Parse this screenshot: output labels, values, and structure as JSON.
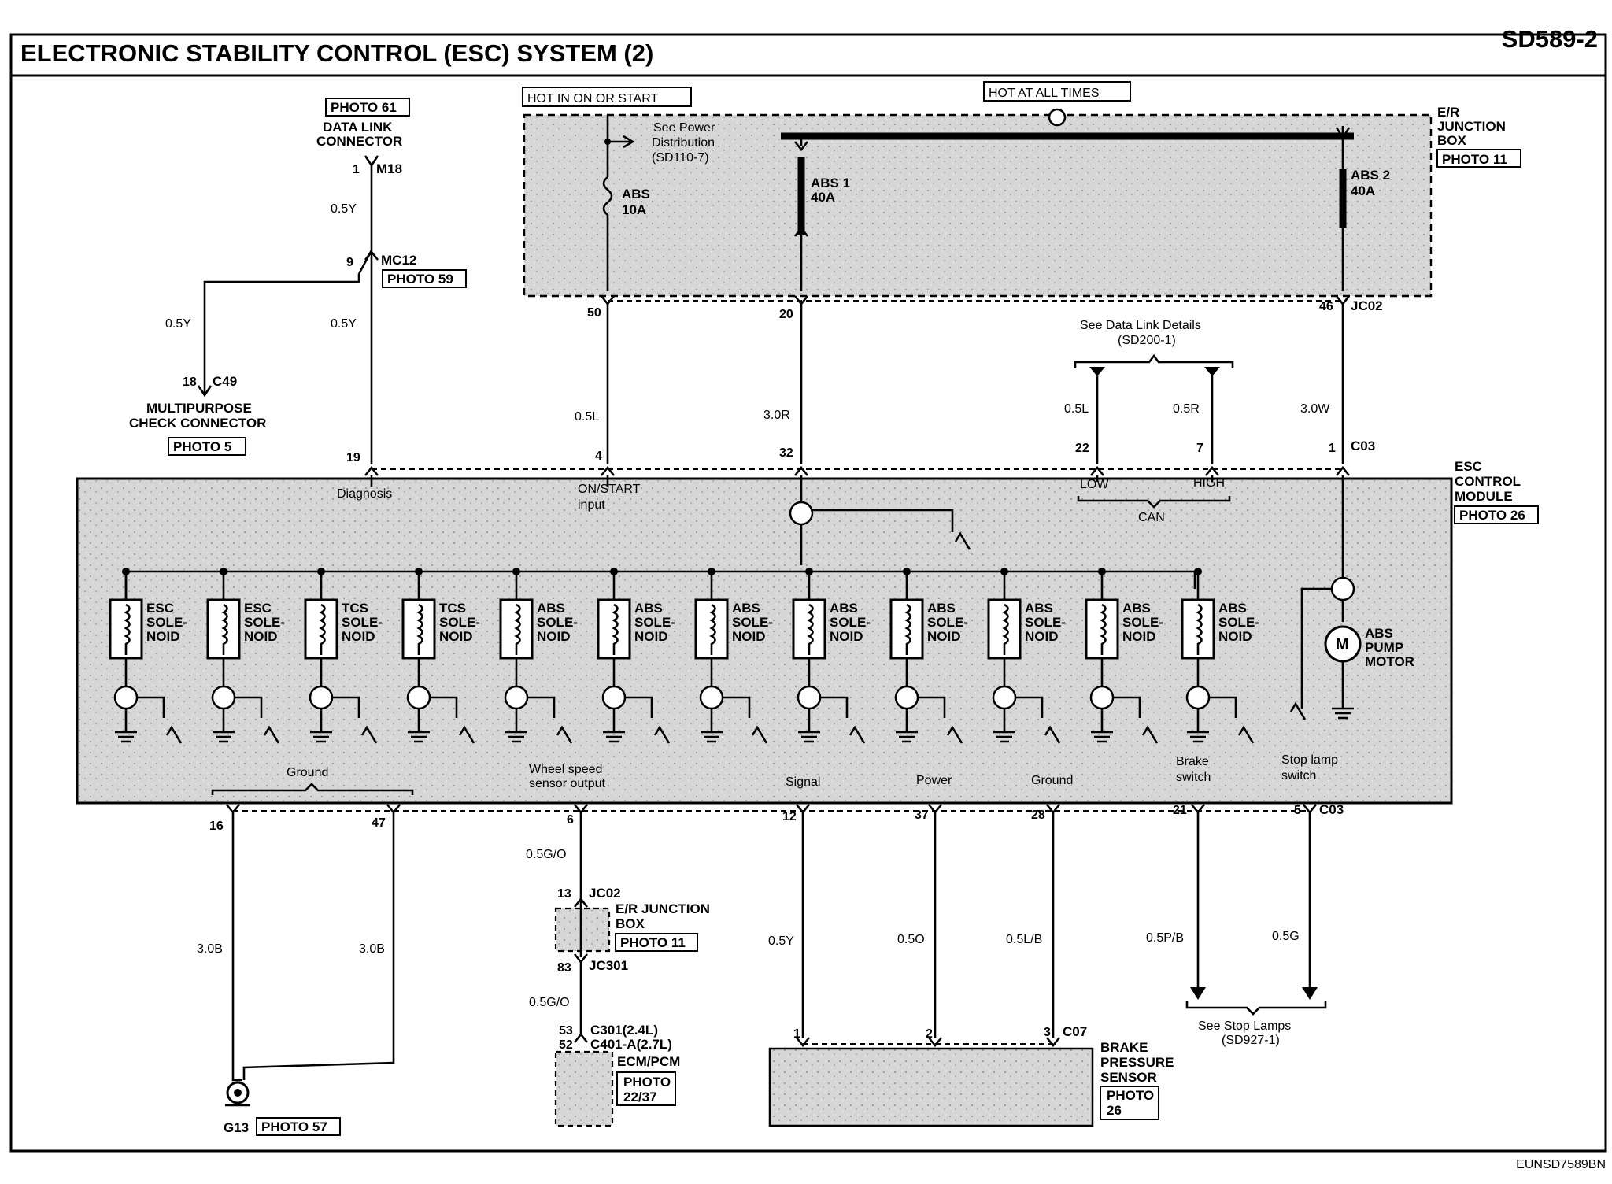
{
  "header": {
    "title": "ELECTRONIC STABILITY CONTROL (ESC) SYSTEM (2)",
    "page_code": "SD589-2",
    "footer_code": "EUNSD7589BN"
  },
  "dlc": {
    "photo": "PHOTO 61",
    "name_1": "DATA LINK",
    "name_2": "CONNECTOR",
    "pin": "1",
    "conn": "M18",
    "wire1": "0.5Y",
    "mc12_pin": "9",
    "mc12": "MC12",
    "mc12_photo": "PHOTO 59",
    "wire2": "0.5Y",
    "wire3": "0.5Y"
  },
  "mpc": {
    "pin": "18",
    "conn": "C49",
    "name_1": "MULTIPURPOSE",
    "name_2": "CHECK CONNECTOR",
    "photo": "PHOTO 5"
  },
  "power": {
    "hot_start": "HOT IN ON OR START",
    "hot_all": "HOT AT ALL TIMES",
    "see_1": "See Power",
    "see_2": "Distribution",
    "see_3": "(SD110-7)",
    "fuse1_a": "ABS",
    "fuse1_b": "10A",
    "fuse2_a": "ABS 1",
    "fuse2_b": "40A",
    "fuse3_a": "ABS 2",
    "fuse3_b": "40A",
    "jb_1": "E/R",
    "jb_2": "JUNCTION",
    "jb_3": "BOX",
    "jb_photo": "PHOTO 11",
    "pin_50": "50",
    "pin_20": "20",
    "pin_46": "46",
    "jc02": "JC02",
    "wire_05l": "0.5L",
    "wire_30r": "3.0R",
    "wire_30w": "3.0W"
  },
  "can": {
    "see_1": "See Data Link Details",
    "see_2": "(SD200-1)",
    "wire_l": "0.5L",
    "wire_r": "0.5R",
    "pin_22": "22",
    "pin_7": "7",
    "low": "LOW",
    "high": "HIGH",
    "can": "CAN"
  },
  "module": {
    "pin_19": "19",
    "pin_4": "4",
    "pin_32": "32",
    "pin_1": "1",
    "c03": "C03",
    "diag": "Diagnosis",
    "on_1": "ON/START",
    "on_2": "input",
    "name_1": "ESC",
    "name_2": "CONTROL",
    "name_3": "MODULE",
    "photo": "PHOTO 26",
    "sol_labels": [
      [
        "ESC",
        "SOLE-",
        "NOID"
      ],
      [
        "ESC",
        "SOLE-",
        "NOID"
      ],
      [
        "TCS",
        "SOLE-",
        "NOID"
      ],
      [
        "TCS",
        "SOLE-",
        "NOID"
      ],
      [
        "ABS",
        "SOLE-",
        "NOID"
      ],
      [
        "ABS",
        "SOLE-",
        "NOID"
      ],
      [
        "ABS",
        "SOLE-",
        "NOID"
      ],
      [
        "ABS",
        "SOLE-",
        "NOID"
      ],
      [
        "ABS",
        "SOLE-",
        "NOID"
      ],
      [
        "ABS",
        "SOLE-",
        "NOID"
      ],
      [
        "ABS",
        "SOLE-",
        "NOID"
      ],
      [
        "ABS",
        "SOLE-",
        "NOID"
      ]
    ],
    "motor_m": "M",
    "motor_1": "ABS",
    "motor_2": "PUMP",
    "motor_3": "MOTOR",
    "ground": "Ground",
    "wss_1": "Wheel speed",
    "wss_2": "sensor output",
    "signal": "Signal",
    "power": "Power",
    "ground2": "Ground",
    "brake_1": "Brake",
    "brake_2": "switch",
    "stop_1": "Stop lamp",
    "stop_2": "switch"
  },
  "bottom": {
    "pin_16": "16",
    "pin_47": "47",
    "pin_6": "6",
    "pin_12": "12",
    "pin_37": "37",
    "pin_28": "28",
    "pin_21": "21",
    "pin_5": "5",
    "c03": "C03",
    "w_30b_1": "3.0B",
    "w_30b_2": "3.0B",
    "g13": "G13",
    "g13_photo": "PHOTO 57",
    "w_05go_1": "0.5G/O",
    "pin_13": "13",
    "jc02": "JC02",
    "jb_1": "E/R JUNCTION",
    "jb_2": "BOX",
    "jb_photo": "PHOTO 11",
    "pin_83": "83",
    "jc301": "JC301",
    "w_05go_2": "0.5G/O",
    "pin_53": "53",
    "pin_52": "52",
    "c301": "C301(2.4L)",
    "c401": "C401-A(2.7L)",
    "ecm": "ECM/PCM",
    "ecm_photo_1": "PHOTO",
    "ecm_photo_2": "22/37",
    "w_05y": "0.5Y",
    "w_05o": "0.5O",
    "w_05lb": "0.5L/B",
    "w_05pb": "0.5P/B",
    "w_05g": "0.5G",
    "bps_pin_1": "1",
    "bps_pin_2": "2",
    "bps_pin_3": "3",
    "c07": "C07",
    "bps_1": "BRAKE",
    "bps_2": "PRESSURE",
    "bps_3": "SENSOR",
    "bps_photo_1": "PHOTO",
    "bps_photo_2": "26",
    "stop_see_1": "See Stop Lamps",
    "stop_see_2": "(SD927-1)"
  }
}
